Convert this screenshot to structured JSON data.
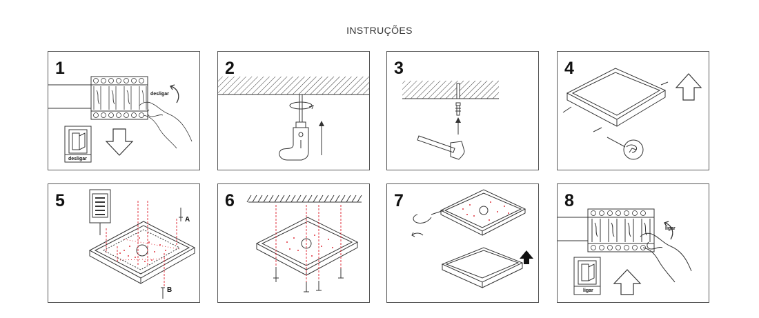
{
  "title": "INSTRUÇÕES",
  "steps": [
    {
      "number": "1",
      "label": "desligar",
      "switch_label": "desligar"
    },
    {
      "number": "2"
    },
    {
      "number": "3"
    },
    {
      "number": "4"
    },
    {
      "number": "5",
      "label_a": "A",
      "label_b": "B"
    },
    {
      "number": "6"
    },
    {
      "number": "7"
    },
    {
      "number": "8",
      "label": "ligar",
      "switch_label": "ligar"
    }
  ],
  "colors": {
    "line": "#333333",
    "accent": "#e0323c"
  }
}
